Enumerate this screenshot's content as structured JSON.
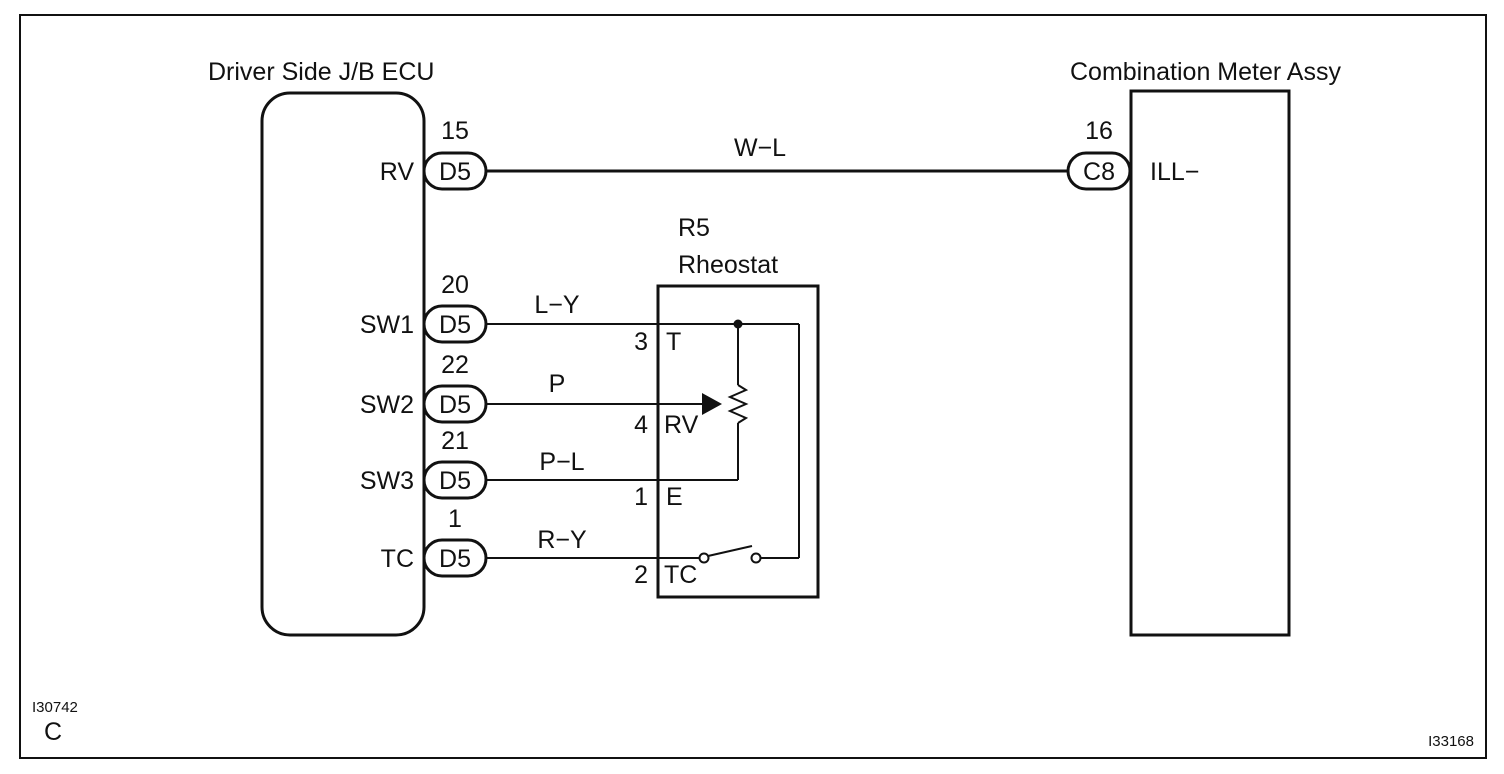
{
  "ecu": {
    "title": "Driver Side J/B ECU",
    "pins": [
      {
        "name": "RV",
        "connector": "D5",
        "pin": "15"
      },
      {
        "name": "SW1",
        "connector": "D5",
        "pin": "20"
      },
      {
        "name": "SW2",
        "connector": "D5",
        "pin": "22"
      },
      {
        "name": "SW3",
        "connector": "D5",
        "pin": "21"
      },
      {
        "name": "TC",
        "connector": "D5",
        "pin": "1"
      }
    ]
  },
  "meter": {
    "title": "Combination Meter Assy",
    "connector": "C8",
    "pin": "16",
    "terminal": "ILL−"
  },
  "rheostat": {
    "id": "R5",
    "title": "Rheostat",
    "terminals": [
      {
        "pin": "3",
        "name": "T"
      },
      {
        "pin": "4",
        "name": "RV"
      },
      {
        "pin": "1",
        "name": "E"
      },
      {
        "pin": "2",
        "name": "TC"
      }
    ]
  },
  "wires": [
    {
      "color": "W−L"
    },
    {
      "color": "L−Y"
    },
    {
      "color": "P"
    },
    {
      "color": "P−L"
    },
    {
      "color": "R−Y"
    }
  ],
  "codes": {
    "left_code": "I30742",
    "left_letter": "C",
    "right_code": "I33168"
  }
}
